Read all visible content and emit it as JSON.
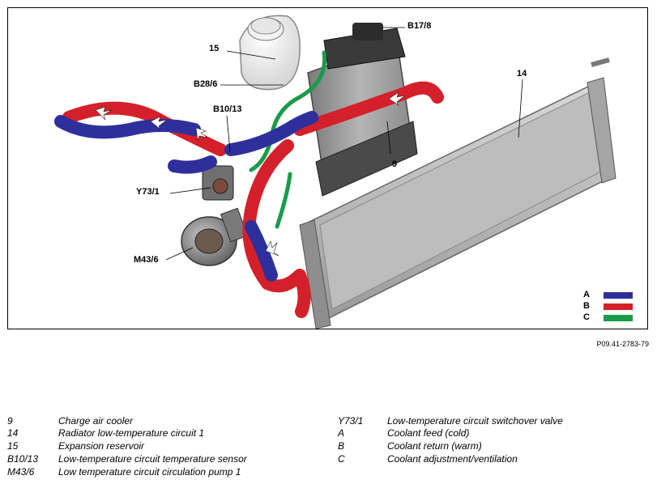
{
  "callouts": {
    "c15": "15",
    "b17_8": "B17/8",
    "b28_6": "B28/6",
    "b10_13": "B10/13",
    "y73_1": "Y73/1",
    "m43_6": "M43/6",
    "c9": "9",
    "c14": "14"
  },
  "legend": {
    "items": [
      {
        "letter": "A",
        "color": "#2f2f9c"
      },
      {
        "letter": "B",
        "color": "#d4202a"
      },
      {
        "letter": "C",
        "color": "#1a9b4a"
      }
    ]
  },
  "figure_id": "P09.41-2783-79",
  "key": {
    "left": [
      {
        "code": "9",
        "text": "Charge air cooler"
      },
      {
        "code": "14",
        "text": "Radiator low-temperature circuit 1"
      },
      {
        "code": "15",
        "text": "Expansion reservoir"
      },
      {
        "code": "B10/13",
        "text": "Low-temperature circuit temperature sensor"
      },
      {
        "code": "M43/6",
        "text": "Low temperature circuit circulation pump 1"
      }
    ],
    "right": [
      {
        "code": "Y73/1",
        "text": "Low-temperature circuit switchover valve"
      },
      {
        "code": "A",
        "text": "Coolant feed (cold)"
      },
      {
        "code": "B",
        "text": "Coolant return (warm)"
      },
      {
        "code": "C",
        "text": "Coolant adjustment/ventilation"
      }
    ]
  }
}
